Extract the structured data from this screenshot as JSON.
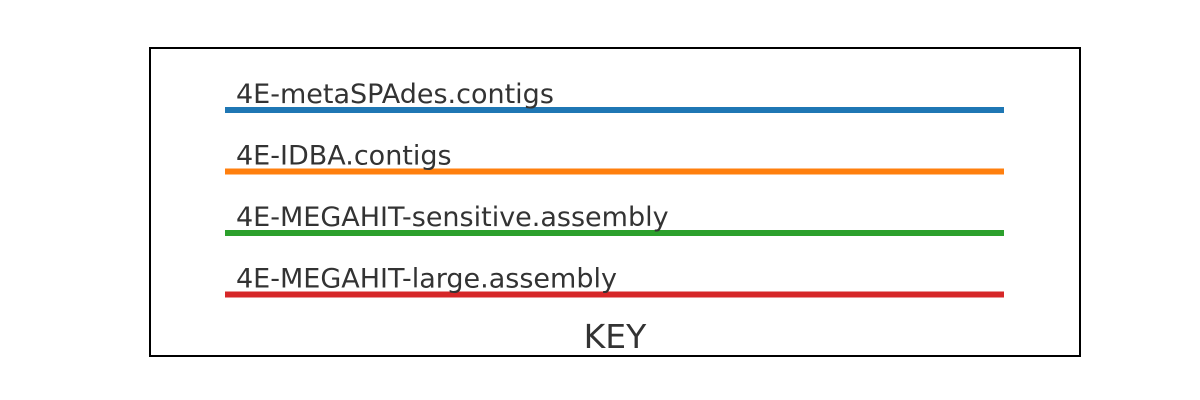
{
  "chart_data": {
    "type": "line",
    "title": "KEY",
    "legend": "center",
    "grid": false,
    "series": [
      {
        "name": "4E-metaSPAdes.contigs",
        "color": "#1f77b4"
      },
      {
        "name": "4E-IDBA.contigs",
        "color": "#ff7f0e"
      },
      {
        "name": "4E-MEGAHIT-sensitive.assembly",
        "color": "#2ca02c"
      },
      {
        "name": "4E-MEGAHIT-large.assembly",
        "color": "#d62728"
      }
    ]
  }
}
